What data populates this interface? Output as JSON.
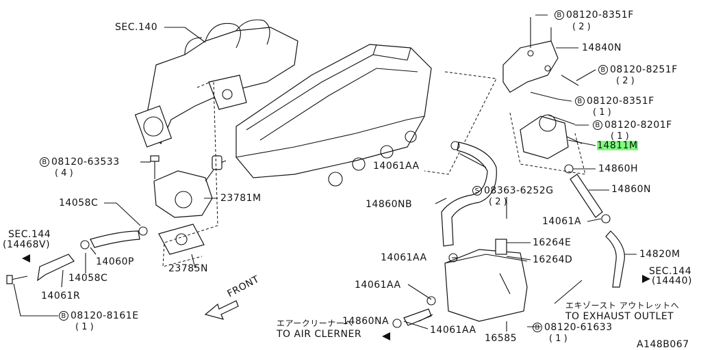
{
  "labels": {
    "sec140": "SEC.140",
    "b8351f_top": "08120-8351F",
    "b8351f_top_qty": "( 2 )",
    "l14840n": "14840N",
    "b8251f": "08120-8251F",
    "b8251f_qty": "( 2 )",
    "b8351f_mid": "08120-8351F",
    "b8351f_mid_qty": "( 1 )",
    "b8201f": "08120-8201F",
    "b8201f_qty": "( 1 )",
    "l14811m": "14811M",
    "l14860h": "14860H",
    "l14860n": "14860N",
    "l14061aa_a": "14061AA",
    "b63533": "08120-63533",
    "b63533_qty": "( 4 )",
    "l23781m": "23781M",
    "l14058c_a": "14058C",
    "l14860nb": "14860NB",
    "s6252g": "08363-6252G",
    "s6252g_qty": "( 2 )",
    "l14061a": "14061A",
    "sec144_left": "SEC.144",
    "sec144_left_code": "(14468V)",
    "l14060p": "14060P",
    "l23785n": "23785N",
    "l16264e": "16264E",
    "l14061aa_b": "14061AA",
    "l16264d": "16264D",
    "l14820m": "14820M",
    "l14058c_b": "14058C",
    "sec144_right": "SEC.144",
    "sec144_right_code": "(14440)",
    "l14061r": "14061R",
    "l14061aa_c": "14061AA",
    "front": "FRONT",
    "l14860na": "14860NA",
    "b8161e": "08120-8161E",
    "b8161e_qty": "( 1 )",
    "jp_air": "エアークリーナーへ",
    "to_air": "TO AIR CLERNER",
    "l14061aa_d": "14061AA",
    "jp_exhaust": "エキゾースト アウトレットへ",
    "to_exhaust": "TO EXHAUST OUTLET",
    "b61633": "08120-61633",
    "b61633_qty": "( 1 )",
    "l16585": "16585",
    "ref_code": "A148B067"
  },
  "markers": {
    "bolt": "B",
    "screw": "S"
  },
  "colors": {
    "highlight": "#7dff7d",
    "line": "#111111"
  }
}
